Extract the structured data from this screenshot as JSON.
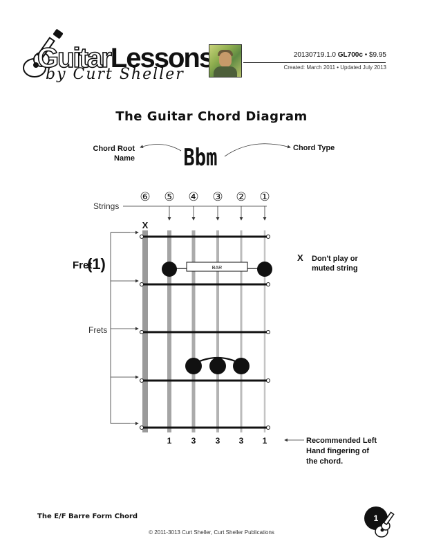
{
  "header": {
    "logo_word_1": "Guitar",
    "logo_word_2": "Lessons",
    "logo_byline": "by Curt Sheller",
    "code_prefix": "20130719.1.0",
    "code_bold": "GL700c",
    "code_suffix": "• $9.95",
    "dates": "Created: March 2011 • Updated July 2013"
  },
  "title": "The Guitar Chord Diagram",
  "chord": {
    "root_label_line1": "Chord Root",
    "root_label_line2": "Name",
    "name": "Bbm",
    "type_label": "Chord Type"
  },
  "diagram": {
    "strings_label": "Strings",
    "string_numbers": [
      "⑥",
      "⑤",
      "④",
      "③",
      "②",
      "①"
    ],
    "muted_marker": "X",
    "fret_label": "Fret",
    "fret_number": "(1)",
    "frets_label": "Frets",
    "bar_label": "BAR",
    "fingering": [
      "",
      "1",
      "3",
      "3",
      "3",
      "1"
    ]
  },
  "legend": {
    "muted_symbol": "X",
    "muted_line1": "Don't play or",
    "muted_line2": "muted string",
    "fingering_line1": "Recommended Left",
    "fingering_line2": "Hand fingering of",
    "fingering_line3": "the chord."
  },
  "footer": {
    "left": "The E/F Barre Form Chord",
    "copyright": "© 2011-3013 Curt Sheller, Curt Sheller Publications",
    "page": "1"
  }
}
